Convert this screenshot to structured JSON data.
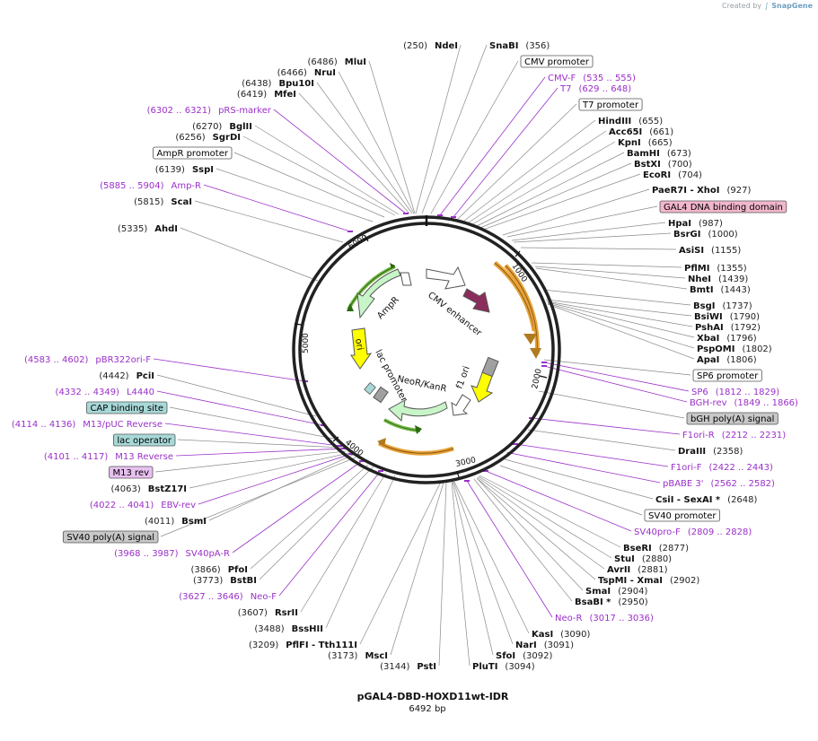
{
  "credit": {
    "prefix": "Created by",
    "brand": "SnapGene"
  },
  "plasmid": {
    "name": "pGAL4-DBD-HOXD11wt-IDR",
    "length_label": "6492 bp"
  },
  "ticks": [
    "1000",
    "2000",
    "3000",
    "4000",
    "5000",
    "6000"
  ],
  "features": [
    {
      "name": "CMV enhancer",
      "color": "#ffffff"
    },
    {
      "name": "f1 ori",
      "color": "#ffff00"
    },
    {
      "name": "NeoR/KanR",
      "color": "#c8f5c8"
    },
    {
      "name": "lac promoter",
      "color": "#a0a0a0"
    },
    {
      "name": "ori",
      "color": "#ffff00"
    },
    {
      "name": "AmpR",
      "color": "#c8f5c8"
    }
  ],
  "labels": [
    {
      "kind": "site",
      "name": "NdeI",
      "pos": "(250)"
    },
    {
      "kind": "site",
      "name": "SnaBI",
      "pos": "(356)"
    },
    {
      "kind": "box",
      "name": "CMV promoter",
      "fill": "#ffffff"
    },
    {
      "kind": "primer",
      "name": "CMV-F",
      "pos": "(535 .. 555)"
    },
    {
      "kind": "primer",
      "name": "T7",
      "pos": "(629 .. 648)"
    },
    {
      "kind": "box",
      "name": "T7 promoter",
      "fill": "#ffffff"
    },
    {
      "kind": "site",
      "name": "HindIII",
      "pos": "(655)"
    },
    {
      "kind": "site",
      "name": "Acc65I",
      "pos": "(661)"
    },
    {
      "kind": "site",
      "name": "KpnI",
      "pos": "(665)"
    },
    {
      "kind": "site",
      "name": "BamHI",
      "pos": "(673)"
    },
    {
      "kind": "site",
      "name": "BstXI",
      "pos": "(700)"
    },
    {
      "kind": "site",
      "name": "EcoRI",
      "pos": "(704)"
    },
    {
      "kind": "site",
      "name": "PaeR7I  - XhoI",
      "pos": "(927)"
    },
    {
      "kind": "box",
      "name": "GAL4 DNA binding domain",
      "fill": "#f2b6cc"
    },
    {
      "kind": "site",
      "name": "HpaI",
      "pos": "(987)"
    },
    {
      "kind": "site",
      "name": "BsrGI",
      "pos": "(1000)"
    },
    {
      "kind": "site",
      "name": "AsiSI",
      "pos": "(1155)"
    },
    {
      "kind": "site",
      "name": "PflMI",
      "pos": "(1355)"
    },
    {
      "kind": "site",
      "name": "NheI",
      "pos": "(1439)"
    },
    {
      "kind": "site",
      "name": "BmtI",
      "pos": "(1443)"
    },
    {
      "kind": "site",
      "name": "BsgI",
      "pos": "(1737)"
    },
    {
      "kind": "site",
      "name": "BsiWI",
      "pos": "(1790)"
    },
    {
      "kind": "site",
      "name": "PshAI",
      "pos": "(1792)"
    },
    {
      "kind": "site",
      "name": "XbaI",
      "pos": "(1796)"
    },
    {
      "kind": "site",
      "name": "PspOMI",
      "pos": "(1802)"
    },
    {
      "kind": "site",
      "name": "ApaI",
      "pos": "(1806)"
    },
    {
      "kind": "box",
      "name": "SP6 promoter",
      "fill": "#ffffff"
    },
    {
      "kind": "primer",
      "name": "SP6",
      "pos": "(1812 .. 1829)"
    },
    {
      "kind": "primer",
      "name": "BGH-rev",
      "pos": "(1849 .. 1866)"
    },
    {
      "kind": "box",
      "name": "bGH poly(A) signal",
      "fill": "#c8c8c8"
    },
    {
      "kind": "primer",
      "name": "F1ori-R",
      "pos": "(2212 .. 2231)"
    },
    {
      "kind": "site",
      "name": "DraIII",
      "pos": "(2358)"
    },
    {
      "kind": "primer",
      "name": "F1ori-F",
      "pos": "(2422 .. 2443)"
    },
    {
      "kind": "primer",
      "name": "pBABE 3'",
      "pos": "(2562 .. 2582)"
    },
    {
      "kind": "site",
      "name": "CsiI  - SexAI *",
      "pos": "(2648)"
    },
    {
      "kind": "box",
      "name": "SV40 promoter",
      "fill": "#ffffff"
    },
    {
      "kind": "primer",
      "name": "SV40pro-F",
      "pos": "(2809 .. 2828)"
    },
    {
      "kind": "site",
      "name": "BseRI",
      "pos": "(2877)"
    },
    {
      "kind": "site",
      "name": "StuI",
      "pos": "(2880)"
    },
    {
      "kind": "site",
      "name": "AvrII",
      "pos": "(2881)"
    },
    {
      "kind": "site",
      "name": "TspMI  - XmaI",
      "pos": "(2902)"
    },
    {
      "kind": "site",
      "name": "SmaI",
      "pos": "(2904)"
    },
    {
      "kind": "site",
      "name": "BsaBI *",
      "pos": "(2950)"
    },
    {
      "kind": "primer",
      "name": "Neo-R",
      "pos": "(3017 .. 3036)"
    },
    {
      "kind": "site",
      "name": "KasI",
      "pos": "(3090)"
    },
    {
      "kind": "site",
      "name": "NarI",
      "pos": "(3091)"
    },
    {
      "kind": "site",
      "name": "SfoI",
      "pos": "(3092)"
    },
    {
      "kind": "site",
      "name": "PluTI",
      "pos": "(3094)"
    },
    {
      "kind": "site",
      "name": "PstI",
      "pos": "(3144)"
    },
    {
      "kind": "site",
      "name": "MscI",
      "pos": "(3173)"
    },
    {
      "kind": "site",
      "name": "PflFI  - Tth111I",
      "pos": "(3209)"
    },
    {
      "kind": "site",
      "name": "BssHII",
      "pos": "(3488)"
    },
    {
      "kind": "site",
      "name": "RsrII",
      "pos": "(3607)"
    },
    {
      "kind": "primer",
      "name": "Neo-F",
      "pos": "(3627 .. 3646)"
    },
    {
      "kind": "site",
      "name": "BstBI",
      "pos": "(3773)"
    },
    {
      "kind": "site",
      "name": "PfoI",
      "pos": "(3866)"
    },
    {
      "kind": "primer",
      "name": "SV40pA-R",
      "pos": "(3968 .. 3987)"
    },
    {
      "kind": "box",
      "name": "SV40 poly(A) signal",
      "fill": "#c8c8c8"
    },
    {
      "kind": "site",
      "name": "BsmI",
      "pos": "(4011)"
    },
    {
      "kind": "primer",
      "name": "EBV-rev",
      "pos": "(4022 .. 4041)"
    },
    {
      "kind": "site",
      "name": "BstZ17I",
      "pos": "(4063)"
    },
    {
      "kind": "box",
      "name": "M13 rev",
      "fill": "#e8c0f0"
    },
    {
      "kind": "primer",
      "name": "M13 Reverse",
      "pos": "(4101 .. 4117)"
    },
    {
      "kind": "box",
      "name": "lac operator",
      "fill": "#a8d8d8"
    },
    {
      "kind": "primer",
      "name": "M13/pUC Reverse",
      "pos": "(4114 .. 4136)"
    },
    {
      "kind": "box",
      "name": "CAP binding site",
      "fill": "#a8d8d8"
    },
    {
      "kind": "primer",
      "name": "L4440",
      "pos": "(4332 .. 4349)"
    },
    {
      "kind": "site",
      "name": "PciI",
      "pos": "(4442)"
    },
    {
      "kind": "primer",
      "name": "pBR322ori-F",
      "pos": "(4583 .. 4602)"
    },
    {
      "kind": "site",
      "name": "AhdI",
      "pos": "(5335)"
    },
    {
      "kind": "site",
      "name": "ScaI",
      "pos": "(5815)"
    },
    {
      "kind": "primer",
      "name": "Amp-R",
      "pos": "(5885 .. 5904)"
    },
    {
      "kind": "site",
      "name": "SspI",
      "pos": "(6139)"
    },
    {
      "kind": "box",
      "name": "AmpR promoter",
      "fill": "#ffffff"
    },
    {
      "kind": "site",
      "name": "SgrDI",
      "pos": "(6256)"
    },
    {
      "kind": "site",
      "name": "BglII",
      "pos": "(6270)"
    },
    {
      "kind": "primer",
      "name": "pRS-marker",
      "pos": "(6302 .. 6321)"
    },
    {
      "kind": "site",
      "name": "MfeI",
      "pos": "(6419)"
    },
    {
      "kind": "site",
      "name": "Bpu10I",
      "pos": "(6438)"
    },
    {
      "kind": "site",
      "name": "NruI",
      "pos": "(6466)"
    },
    {
      "kind": "site",
      "name": "MluI",
      "pos": "(6486)"
    }
  ]
}
